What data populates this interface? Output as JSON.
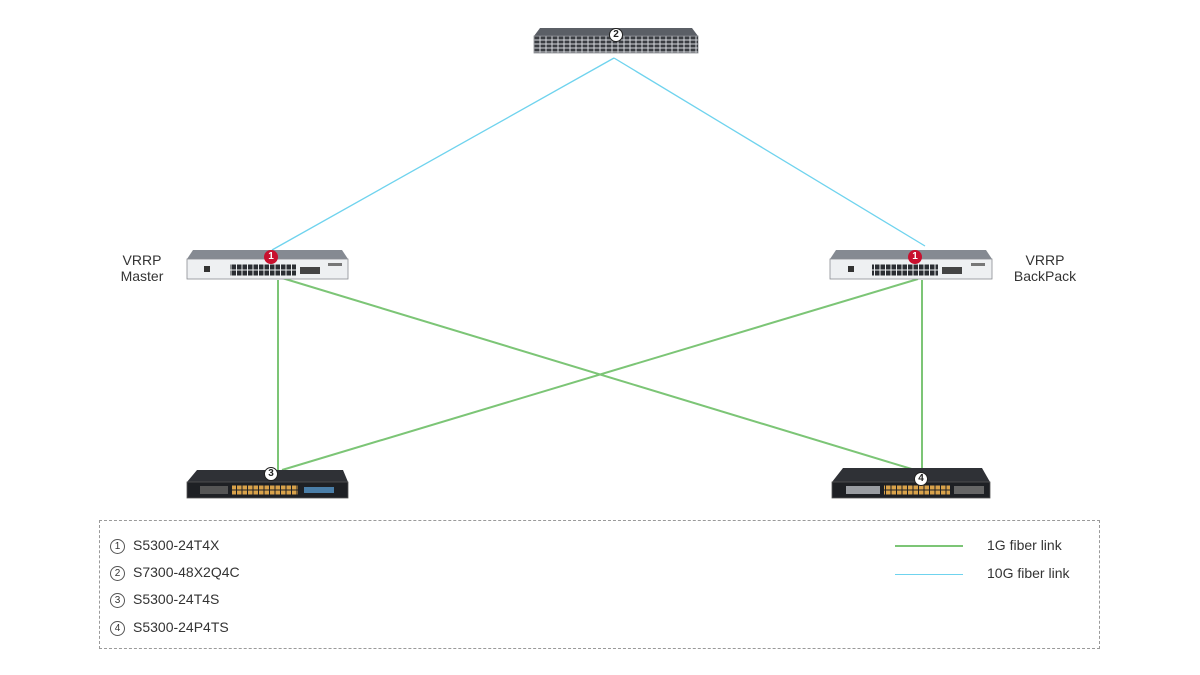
{
  "colors": {
    "fiber_1g": "#7cc576",
    "fiber_10g": "#6fd3ee",
    "badge_red": "#c8102e"
  },
  "devices": [
    {
      "id": "core",
      "badge": "2",
      "model": "S7300-48X2Q4C"
    },
    {
      "id": "master",
      "badge": "1",
      "model": "S5300-24T4X",
      "role": "VRRP\nMaster"
    },
    {
      "id": "backup",
      "badge": "1",
      "model": "S5300-24T4X",
      "role": "VRRP\nBackPack"
    },
    {
      "id": "access-left",
      "badge": "3",
      "model": "S5300-24T4S"
    },
    {
      "id": "access-right",
      "badge": "4",
      "model": "S5300-24P4TS"
    }
  ],
  "roles": {
    "master_line1": "VRRP",
    "master_line2": "Master",
    "backup_line1": "VRRP",
    "backup_line2": "BackPack"
  },
  "badges": {
    "core": "2",
    "master": "1",
    "backup": "1",
    "access_left": "3",
    "access_right": "4"
  },
  "legend": {
    "models": [
      {
        "num": "1",
        "label": "S5300-24T4X"
      },
      {
        "num": "2",
        "label": "S7300-48X2Q4C"
      },
      {
        "num": "3",
        "label": "S5300-24T4S"
      },
      {
        "num": "4",
        "label": "S5300-24P4TS"
      }
    ],
    "links": [
      {
        "label": "1G fiber link",
        "color": "#7cc576"
      },
      {
        "label": "10G fiber link",
        "color": "#6fd3ee"
      }
    ]
  }
}
